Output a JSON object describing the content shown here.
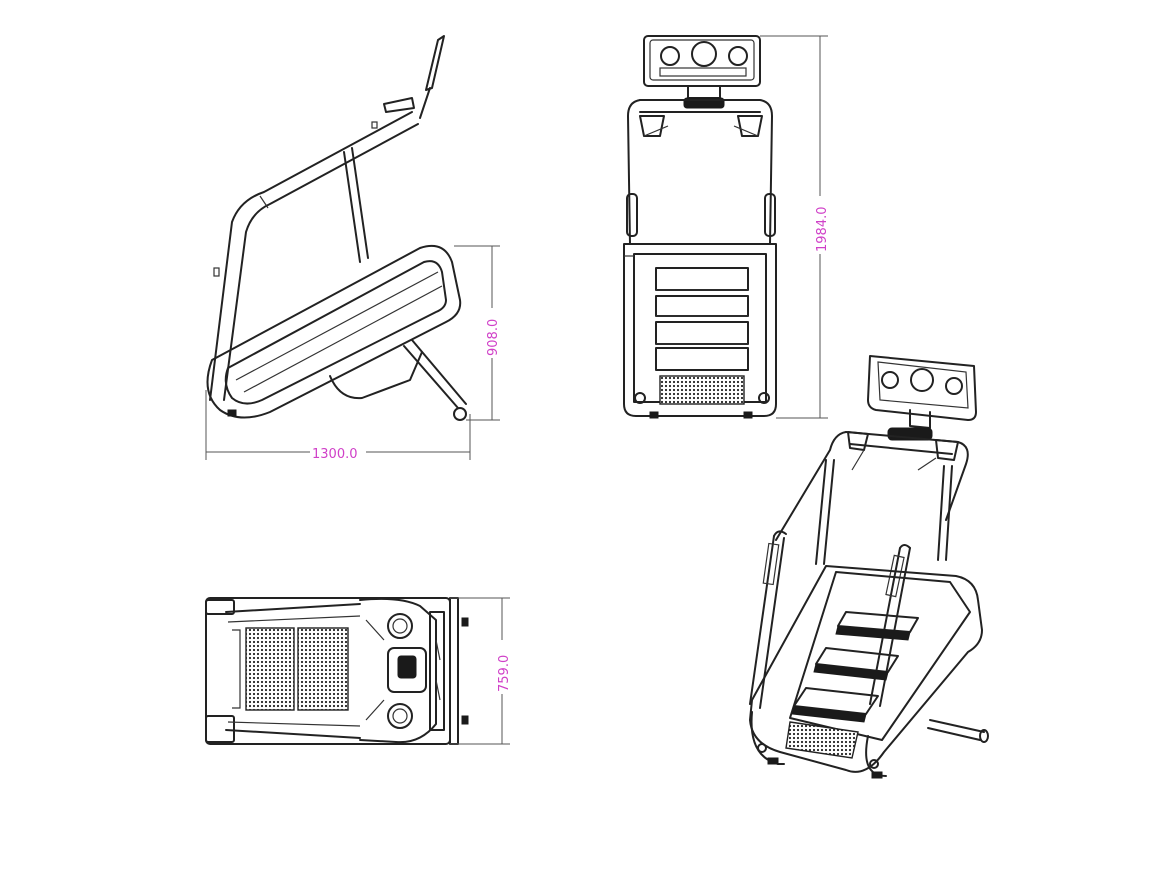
{
  "colors": {
    "dimension_text": "#d040c8",
    "line": "#222222",
    "background": "#ffffff"
  },
  "dimensions": {
    "side_length": "1300.0",
    "side_height": "908.0",
    "front_height": "1984.0",
    "top_width": "759.0"
  }
}
